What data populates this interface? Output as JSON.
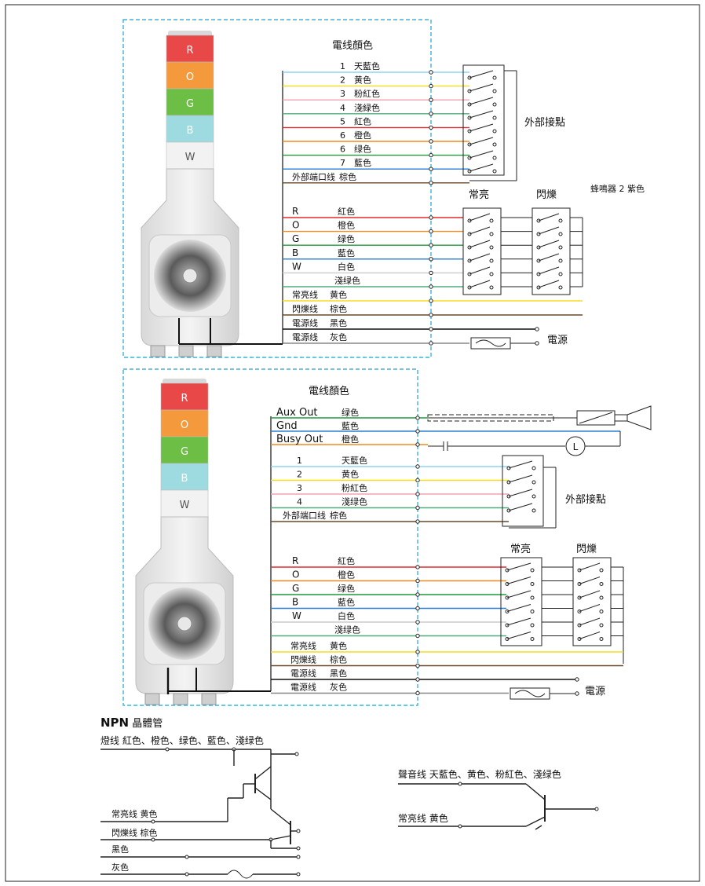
{
  "colors": {
    "sky_blue": "#8fd3f0",
    "yellow": "#f5dc1f",
    "pink": "#f3a3b0",
    "light_green": "#4fae7c",
    "red": "#e02b2b",
    "orange": "#f08a1c",
    "green": "#1e9a3c",
    "blue": "#2b7fd0",
    "brown": "#6a4a2a",
    "frame_dash": "#3cb4dc",
    "tower_red": "#e84848",
    "tower_orange": "#f59a3c",
    "tower_green": "#6cbe45",
    "tower_blue": "#9edbe1",
    "tower_white": "#f2f2f2"
  },
  "section1": {
    "title": "電线顏色",
    "tower_labels": [
      "R",
      "O",
      "G",
      "B",
      "W"
    ],
    "wires": [
      {
        "num": "1",
        "name": "天藍色",
        "color": "#8fd3f0"
      },
      {
        "num": "2",
        "name": "黄色",
        "color": "#f5dc1f"
      },
      {
        "num": "3",
        "name": "粉紅色",
        "color": "#f3a3b0"
      },
      {
        "num": "4",
        "name": "淺緑色",
        "color": "#4fae7c"
      },
      {
        "num": "5",
        "name": "紅色",
        "color": "#e02b2b"
      },
      {
        "num": "6",
        "name": "橙色",
        "color": "#f08a1c"
      },
      {
        "num": "6",
        "name": "绿色",
        "color": "#1e9a3c"
      },
      {
        "num": "7",
        "name": "藍色",
        "color": "#2b7fd0"
      },
      {
        "num": "外部端口线",
        "name": "棕色",
        "color": "#6a4a2a"
      }
    ],
    "lamp_wires": [
      {
        "code": "R",
        "name": "紅色",
        "color": "#e02b2b"
      },
      {
        "code": "O",
        "name": "橙色",
        "color": "#f08a1c"
      },
      {
        "code": "G",
        "name": "绿色",
        "color": "#1e9a3c"
      },
      {
        "code": "B",
        "name": "藍色",
        "color": "#2b7fd0"
      },
      {
        "code": "W",
        "name": "白色",
        "color": "#cccccc"
      },
      {
        "code": "",
        "name": "淺绿色",
        "color": "#4fae7c"
      }
    ],
    "control_wires": [
      {
        "label": "常亮线",
        "name": "黄色",
        "color": "#f5dc1f"
      },
      {
        "label": "閃爍线",
        "name": "棕色",
        "color": "#6a4a2a"
      },
      {
        "label": "電源线",
        "name": "黑色",
        "color": "#111111"
      },
      {
        "label": "電源线",
        "name": "灰色",
        "color": "#888888"
      }
    ],
    "external_contacts": "外部接點",
    "steady": "常亮",
    "flash": "閃爍",
    "buzzer_note": "蜂鳴器 2  紫色",
    "power": "電源"
  },
  "section2": {
    "title": "電线顏色",
    "tower_labels": [
      "R",
      "O",
      "G",
      "B",
      "W"
    ],
    "audio_wires": [
      {
        "code": "Aux Out",
        "name": "绿色",
        "color": "#1e9a3c"
      },
      {
        "code": "Gnd",
        "name": "藍色",
        "color": "#2b7fd0"
      },
      {
        "code": "Busy Out",
        "name": "橙色",
        "color": "#f08a1c"
      }
    ],
    "wires": [
      {
        "num": "1",
        "name": "天藍色",
        "color": "#8fd3f0"
      },
      {
        "num": "2",
        "name": "黄色",
        "color": "#f5dc1f"
      },
      {
        "num": "3",
        "name": "粉紅色",
        "color": "#f3a3b0"
      },
      {
        "num": "4",
        "name": "淺绿色",
        "color": "#4fae7c"
      },
      {
        "num": "外部端口线",
        "name": "棕色",
        "color": "#6a4a2a"
      }
    ],
    "lamp_wires": [
      {
        "code": "R",
        "name": "紅色",
        "color": "#e02b2b"
      },
      {
        "code": "O",
        "name": "橙色",
        "color": "#f08a1c"
      },
      {
        "code": "G",
        "name": "绿色",
        "color": "#1e9a3c"
      },
      {
        "code": "B",
        "name": "藍色",
        "color": "#2b7fd0"
      },
      {
        "code": "W",
        "name": "白色",
        "color": "#cccccc"
      },
      {
        "code": "",
        "name": "淺绿色",
        "color": "#4fae7c"
      }
    ],
    "control_wires": [
      {
        "label": "常亮线",
        "name": "黄色",
        "color": "#f5dc1f"
      },
      {
        "label": "閃爍线",
        "name": "棕色",
        "color": "#6a4a2a"
      },
      {
        "label": "電源线",
        "name": "黑色",
        "color": "#111111"
      },
      {
        "label": "電源线",
        "name": "灰色",
        "color": "#888888"
      }
    ],
    "lamp_symbol": "L",
    "external_contacts": "外部接點",
    "steady": "常亮",
    "flash": "閃爍",
    "power": "電源"
  },
  "npn": {
    "title_bold": "NPN",
    "title_rest": " 晶體管",
    "lamp_line": "燈线    紅色、橙色、绿色、藍色、淺绿色",
    "steady": "常亮线  黄色",
    "flash": "閃爍线  棕色",
    "black": "黑色",
    "gray": "灰色",
    "sound_line": "聲音线    天藍色、黄色、粉紅色、淺绿色",
    "sound_steady": "常亮线   黄色"
  }
}
